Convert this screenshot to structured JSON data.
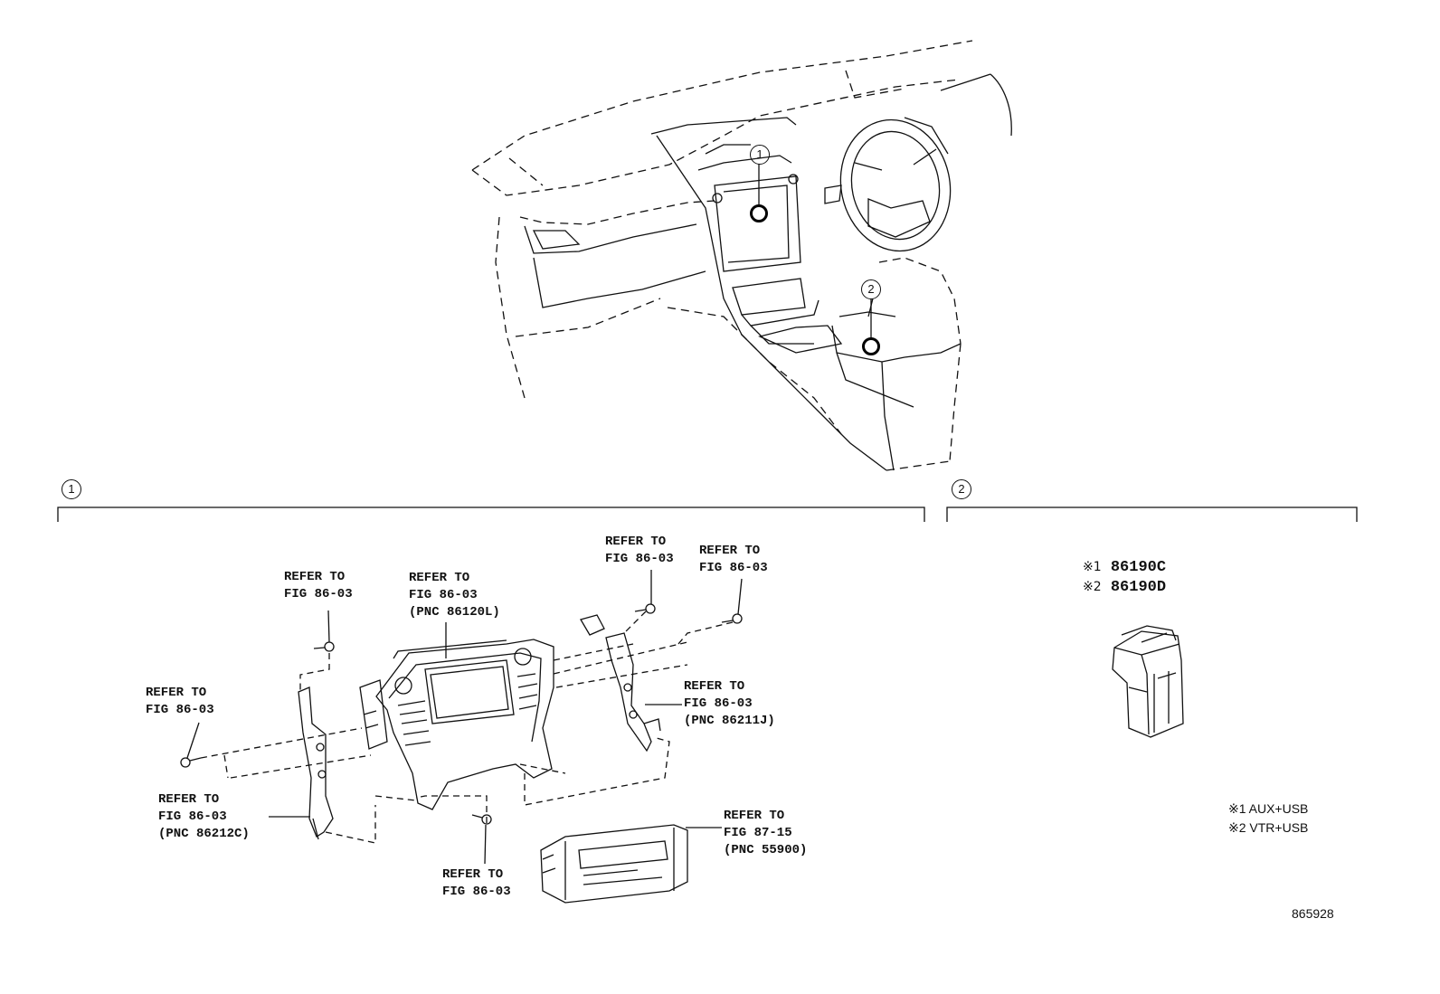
{
  "callouts": {
    "c1": "1",
    "c2": "2"
  },
  "sections": {
    "s1": "1",
    "s2": "2"
  },
  "labels": {
    "refer1": "REFER TO\nFIG 86-03",
    "refer2": "REFER TO\nFIG 86-03\n(PNC 86120L)",
    "refer3": "REFER TO\nFIG 86-03",
    "refer4": "REFER TO\nFIG 86-03",
    "refer5": "REFER TO\nFIG 86-03",
    "refer6": "REFER TO\nFIG 86-03\n(PNC 86211J)",
    "refer7": "REFER TO\nFIG 86-03\n(PNC 86212C)",
    "refer8": "REFER TO\nFIG 87-15\n(PNC 55900)",
    "refer9": "REFER TO\nFIG 86-03"
  },
  "parts": {
    "mark1": "※1",
    "part1": "86190C",
    "mark2": "※2",
    "part2": "86190D"
  },
  "notes": {
    "note1": "※1 AUX+USB",
    "note2": "※2 VTR+USB"
  },
  "figure_id": "865928"
}
